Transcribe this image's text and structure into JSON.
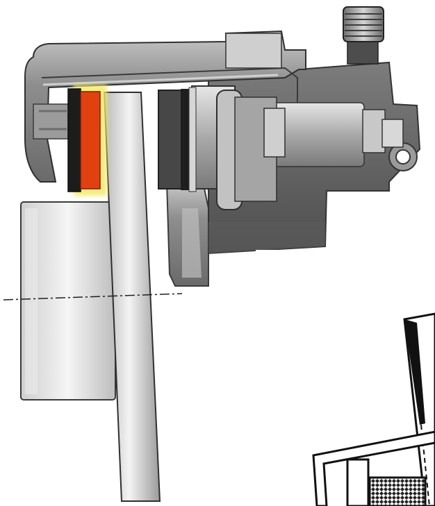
{
  "diagram": {
    "subject": "",
    "parts": [
      {
        "id": "caliper-housing"
      },
      {
        "id": "bleed-valve"
      },
      {
        "id": "mounting-bracket"
      },
      {
        "id": "outer-brake-pad",
        "highlight_color": "#e0410f"
      },
      {
        "id": "inner-brake-pad"
      },
      {
        "id": "brake-disc"
      },
      {
        "id": "wheel-hub"
      },
      {
        "id": "piston"
      },
      {
        "id": "axis-centerline"
      },
      {
        "id": "inset-detail"
      }
    ]
  },
  "colors": {
    "highlight_pad": "#e0410f",
    "highlight_glow": "#f4ea6a",
    "housing": "#8f8f8f",
    "housing_dark": "#595959",
    "metal_light": "#dcdcdc",
    "friction_material": "#4a4a4a",
    "outline": "#2b2b2b"
  }
}
